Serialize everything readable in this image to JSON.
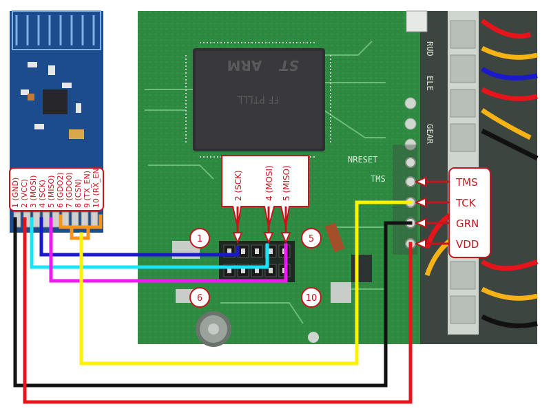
{
  "module_pins": [
    "1 (GND)",
    "2 (VCC)",
    "3 (MOSI)",
    "4 (SCK)",
    "5 (MISO)",
    "6 (GDO2)",
    "7 (GDO0)",
    "8 (CSN)",
    "9 (TX_EN)",
    "10 (RX_EN)"
  ],
  "header_callouts": [
    "2 (SCK)",
    "4 (MOSI)",
    "5 (MISO)"
  ],
  "header_numbers": [
    "1",
    "5",
    "6",
    "10"
  ],
  "jtag_labels": [
    "TMS",
    "TCK",
    "GRN",
    "VDD"
  ],
  "board_silkscreen": {
    "nreset": "NRESET",
    "tms": "TMS",
    "gear": "GEAR",
    "mcu_brand": "ARM",
    "mcu_logo": "ST",
    "mcu_code": "FF PTLLL",
    "tags": [
      "RUD",
      "ELE"
    ]
  },
  "colors": {
    "callout": "#c8141c",
    "wire_black": "#111111",
    "wire_red": "#e8141c",
    "wire_yellow": "#fff200",
    "wire_blue": "#1a1acb",
    "wire_cyan": "#19e3f5",
    "wire_magenta": "#ee19ee",
    "wire_orange": "#f7941d",
    "pcb_green": "#2f8a3f",
    "module_blue": "#1c4c8c"
  }
}
